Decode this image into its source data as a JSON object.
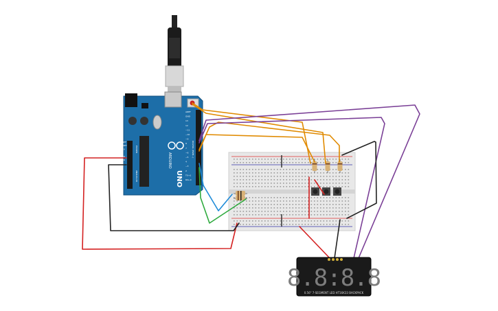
{
  "board": {
    "name_label": "UNO",
    "brand_label": "ARDUINO",
    "power_header_label": "POWER",
    "analog_header_label": "ANALOG IN",
    "digital_header_label": "DIGITAL (PWM~)",
    "power_pins": [
      "IOREF",
      "RESET",
      "3.3V",
      "5V",
      "GND",
      "GND",
      "Vin"
    ],
    "analog_pins": [
      "A0",
      "A1",
      "A2",
      "A3",
      "A4",
      "A5"
    ],
    "digital_pins": [
      "AREF",
      "GND",
      "13",
      "12",
      "~11",
      "~10",
      "~9",
      "8",
      "7",
      "~6",
      "~5",
      "4",
      "~3",
      "2",
      "TX→1",
      "RX←0"
    ]
  },
  "display": {
    "digits_text": "8.8:8.8",
    "module_label": "0.56\" 7-SEGMENT LED HT16K33 BACKPACK"
  },
  "colors": {
    "board_blue": "#1d6ea8",
    "wire_orange": "#e08a00",
    "wire_purple": "#7a3f96",
    "wire_red": "#d42020",
    "wire_black": "#222222",
    "wire_blue": "#1e8bd8",
    "wire_green": "#2eaa3e"
  }
}
